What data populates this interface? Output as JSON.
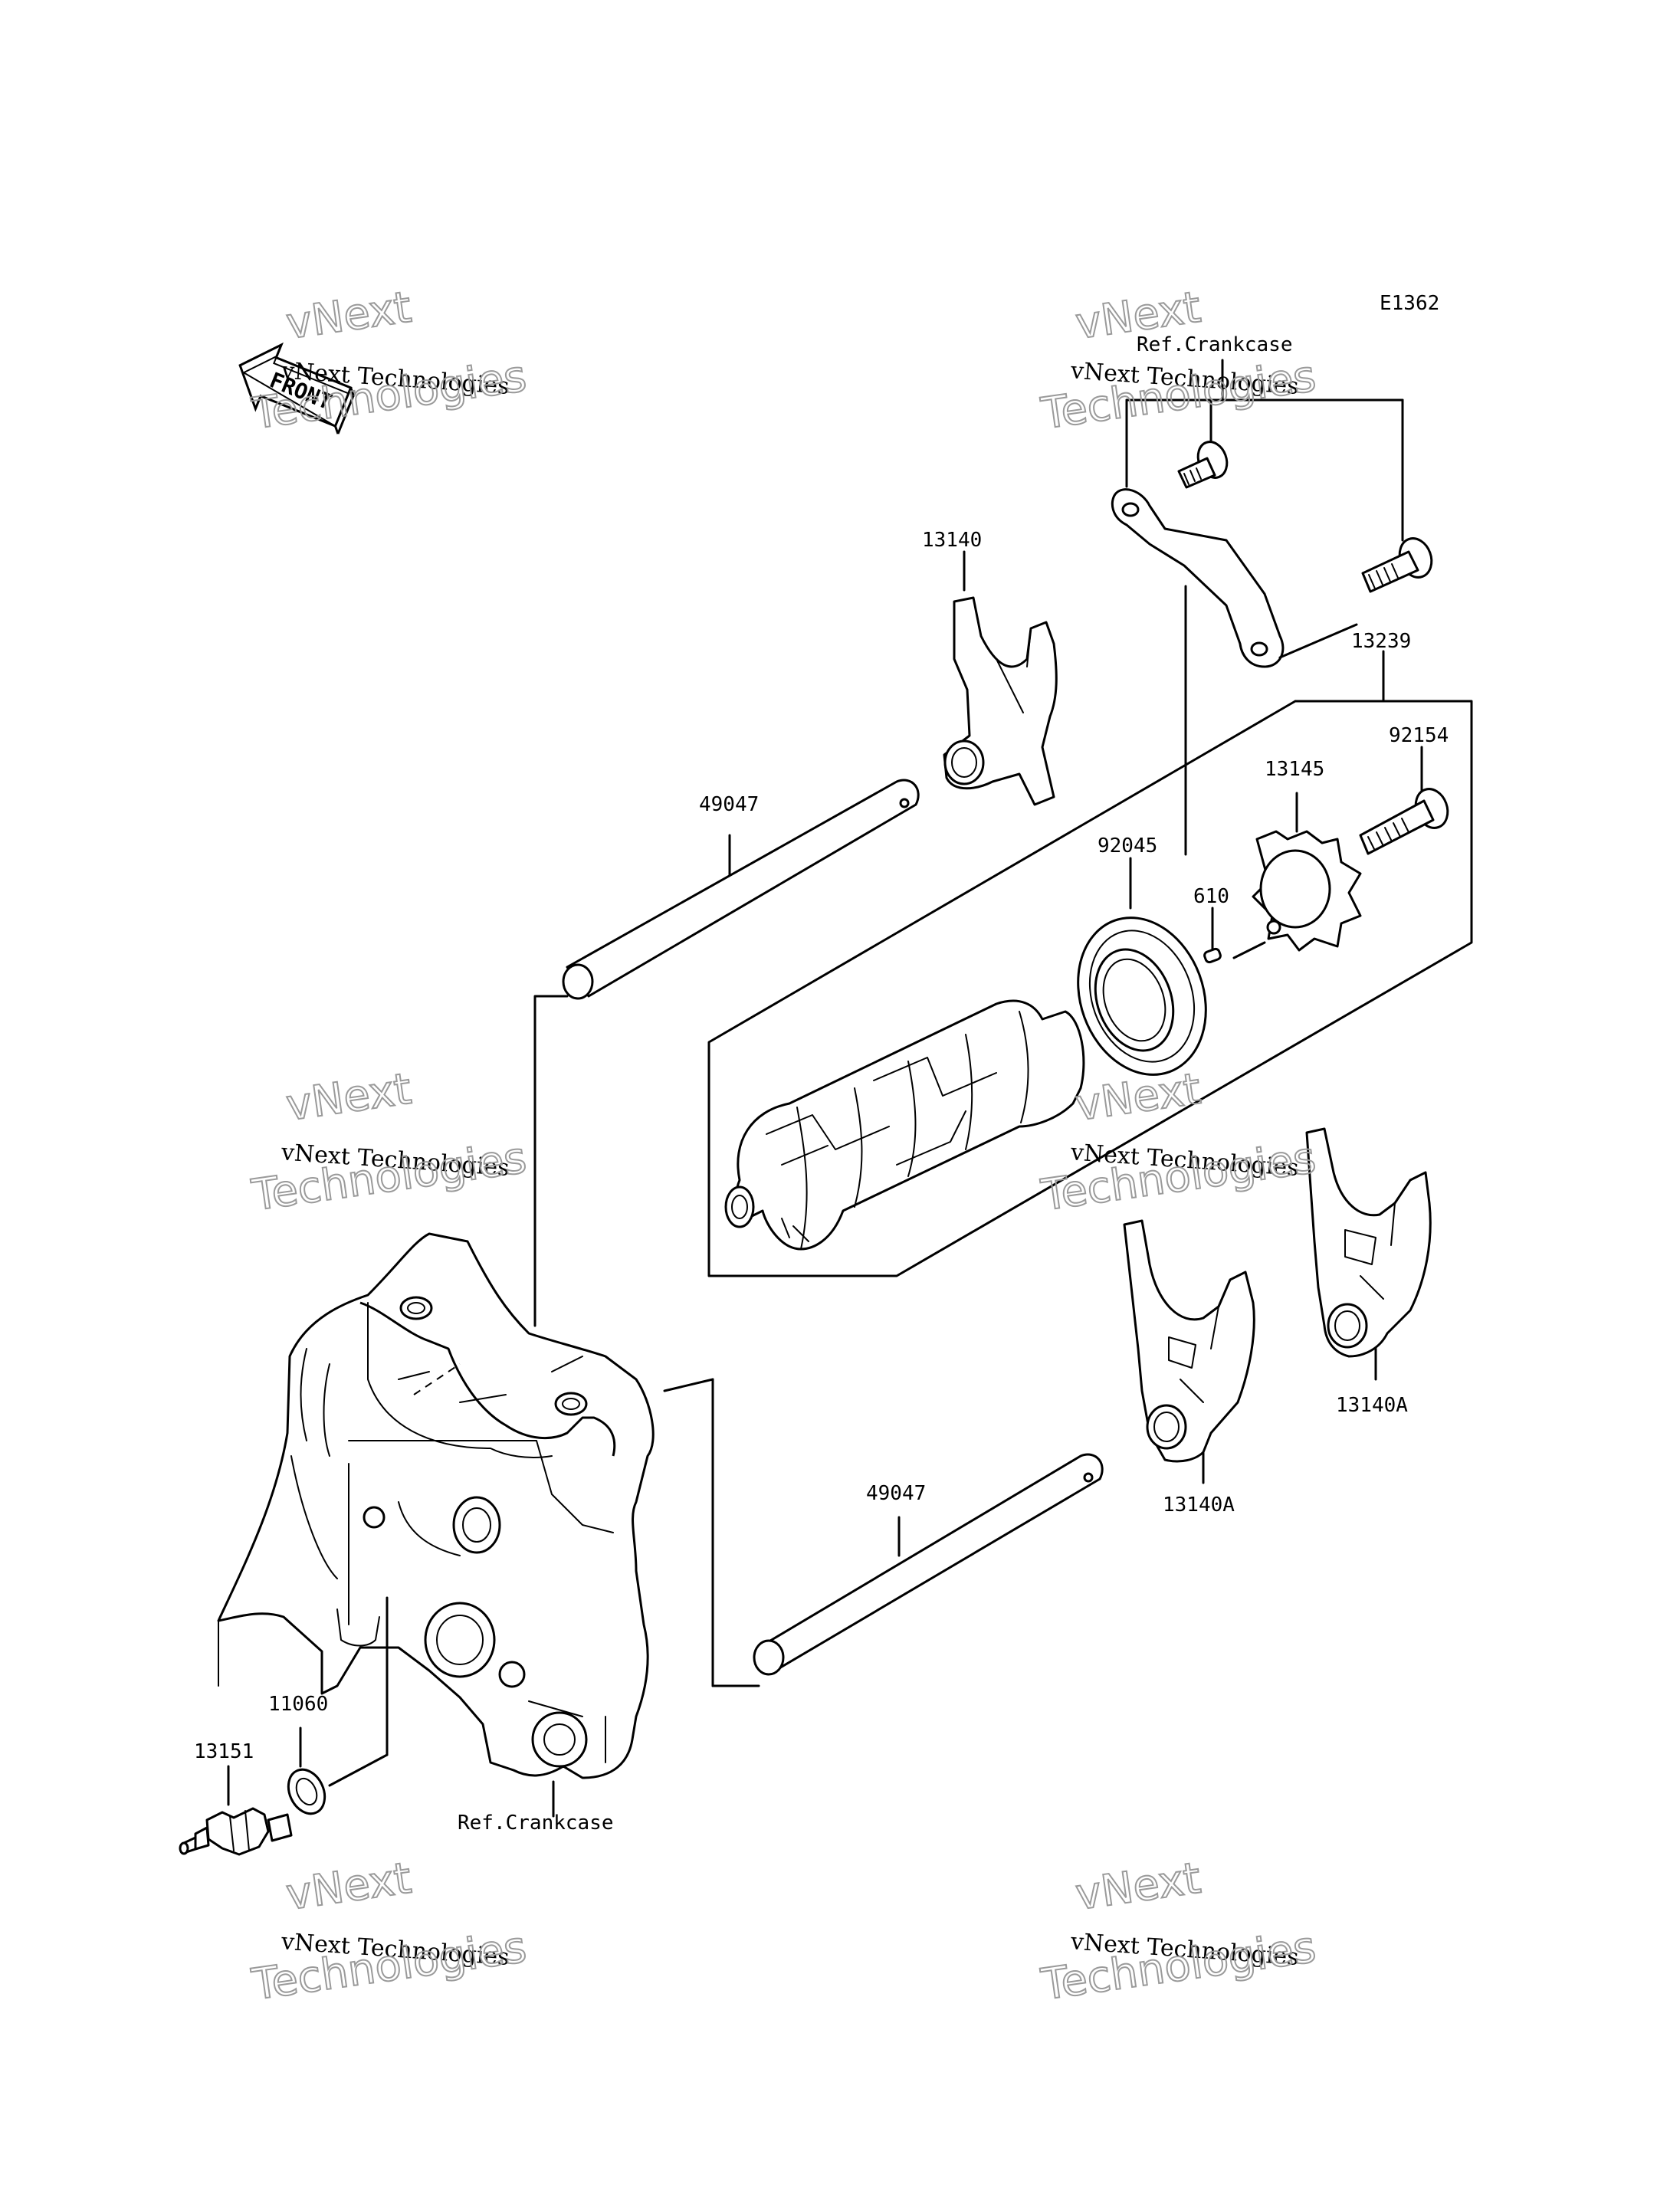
{
  "diagram": {
    "code": "E1362",
    "front_label": "FRONT",
    "parts": [
      {
        "number": "13140"
      },
      {
        "number": "13239"
      },
      {
        "number": "92154"
      },
      {
        "number": "13145"
      },
      {
        "number": "49047"
      },
      {
        "number": "92045"
      },
      {
        "number": "610"
      },
      {
        "number": "49047"
      },
      {
        "number": "13140A"
      },
      {
        "number": "13140A"
      },
      {
        "number": "11060"
      },
      {
        "number": "13151"
      }
    ],
    "refs": [
      "Ref.Crankcase",
      "Ref.Crankcase"
    ]
  },
  "watermarks": [
    {
      "line1": "vNext Technologies",
      "line2": "vNext",
      "line3": "Technologies"
    },
    {
      "line1": "vNext Technologies",
      "line2": "vNext",
      "line3": "Technologies"
    },
    {
      "line1": "vNext Technologies",
      "line2": "vNext",
      "line3": "Technologies"
    },
    {
      "line1": "vNext Technologies",
      "line2": "vNext",
      "line3": "Technologies"
    },
    {
      "line1": "vNext Technologies",
      "line2": "vNext",
      "line3": "Technologies"
    },
    {
      "line1": "vNext Technologies",
      "line2": "vNext",
      "line3": "Technologies"
    }
  ]
}
